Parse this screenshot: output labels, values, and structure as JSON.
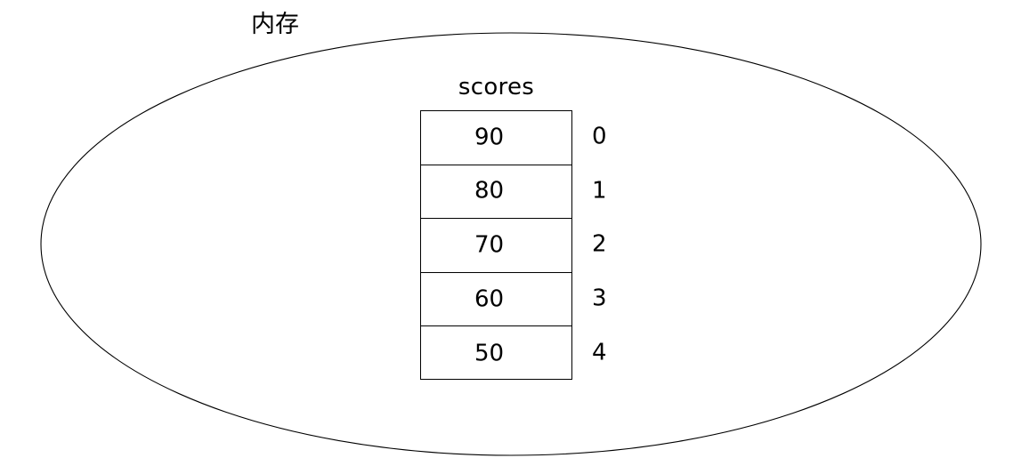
{
  "diagram": {
    "container": {
      "label": "内存",
      "shape": "ellipse"
    },
    "array": {
      "name": "scores",
      "cells": [
        {
          "value": "90",
          "index": "0"
        },
        {
          "value": "80",
          "index": "1"
        },
        {
          "value": "70",
          "index": "2"
        },
        {
          "value": "60",
          "index": "3"
        },
        {
          "value": "50",
          "index": "4"
        }
      ]
    },
    "colors": {
      "stroke": "#000000",
      "background": "#ffffff",
      "text": "#000000"
    }
  }
}
